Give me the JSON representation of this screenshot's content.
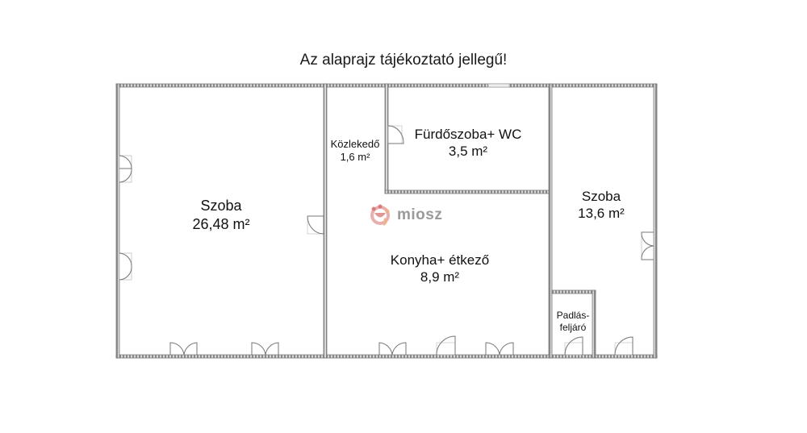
{
  "title": "Az alaprajz tájékoztató jellegű!",
  "watermark": {
    "text": "miosz",
    "icon": "miosz-logo-icon",
    "colors": [
      "#e8a0a0",
      "#d46a6a",
      "#f0b080"
    ]
  },
  "colors": {
    "wall": "#8a8a8a",
    "wall_fill": "#d0d0d0",
    "door": "#777777",
    "background": "#ffffff"
  },
  "rooms": [
    {
      "id": "szoba-left",
      "name": "Szoba",
      "area": "26,48 m²"
    },
    {
      "id": "kozlekedo",
      "name": "Közlekedő",
      "area": "1,6 m²"
    },
    {
      "id": "furdoszoba",
      "name": "Fürdőszoba+ WC",
      "area": "3,5 m²"
    },
    {
      "id": "konyha",
      "name": "Konyha+ étkező",
      "area": "8,9 m²"
    },
    {
      "id": "szoba-right",
      "name": "Szoba",
      "area": "13,6 m²"
    },
    {
      "id": "padlasfeljaro",
      "name": "Padlás-",
      "name2": "feljáró"
    }
  ]
}
